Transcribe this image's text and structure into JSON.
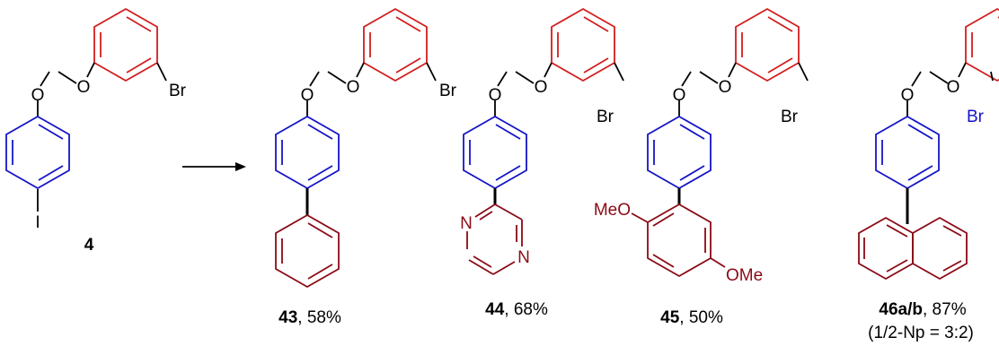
{
  "colors": {
    "black": "#000000",
    "red": "#d21e1e",
    "blue": "#1414c8",
    "maroon": "#8b0a14"
  },
  "atoms": {
    "O": "O",
    "Br": "Br",
    "I": "I",
    "N": "N",
    "MeO": "MeO",
    "OMe": "OMe"
  },
  "compounds": {
    "c4": {
      "label": "4"
    },
    "c43": {
      "label": "43",
      "yield": ", 58%"
    },
    "c44": {
      "label": "44",
      "yield": ", 68%"
    },
    "c45": {
      "label": "45",
      "yield": ", 50%"
    },
    "c46": {
      "label": "46a/b",
      "yield": ", 87%",
      "note": "(1/2-Np = 3:2)"
    }
  }
}
